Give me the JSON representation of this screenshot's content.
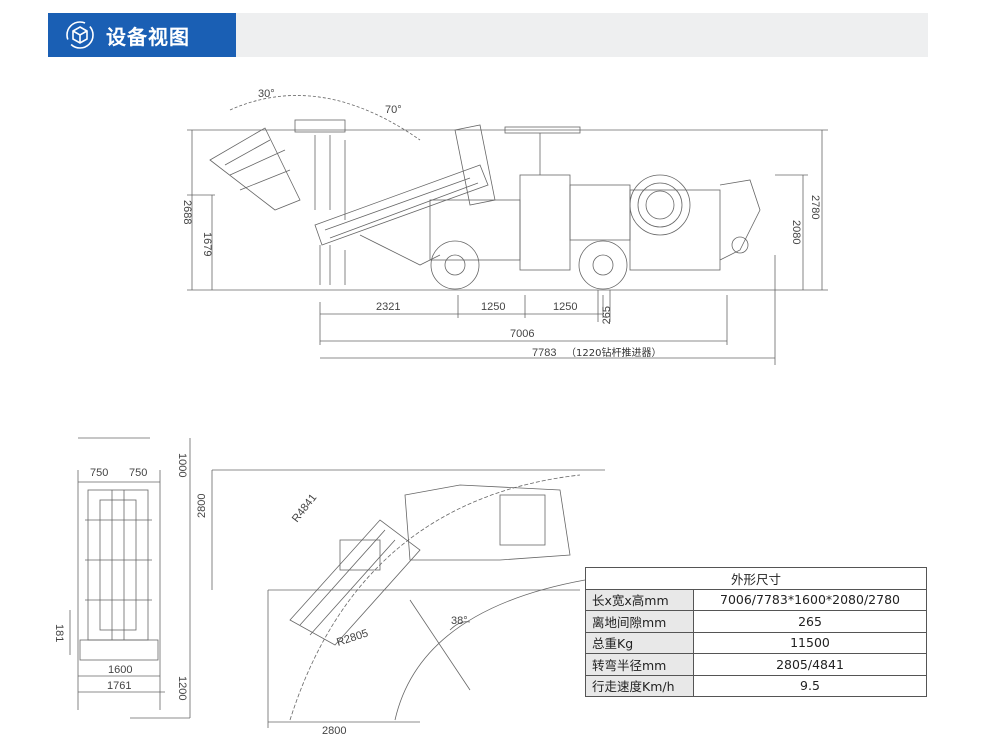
{
  "header": {
    "title": "设备视图",
    "icon": "cube-3d-icon",
    "accent_color": "#1a5fb4",
    "bar_color": "#eeeff0"
  },
  "side_view": {
    "angle_upper": "30°",
    "angle_lower": "70°",
    "height_left_outer": "2688",
    "height_left_inner": "1679",
    "height_right_outer": "2780",
    "height_right_inner": "2080",
    "dim_front": "2321",
    "dim_axle1": "1250",
    "dim_axle2": "1250",
    "ground_clearance": "265",
    "length_total": "7006",
    "length_extended": "7783",
    "length_note": "（1220钻杆推进器）"
  },
  "front_view": {
    "half_width_left": "750",
    "half_width_right": "750",
    "top_height": "1000",
    "side_181": "181",
    "bottom_height": "1200",
    "track_width": "1600",
    "overall_width": "1761"
  },
  "turn_view": {
    "outer_radius": "R4841",
    "inner_radius": "R2805",
    "angle": "38°",
    "height_2800": "2800",
    "width_2800": "2800"
  },
  "spec_table": {
    "title": "外形尺寸",
    "rows": [
      {
        "label": "长x宽x高mm",
        "value": "7006/7783*1600*2080/2780"
      },
      {
        "label": "离地间隙mm",
        "value": "265"
      },
      {
        "label": "总重Kg",
        "value": "11500"
      },
      {
        "label": "转弯半径mm",
        "value": "2805/4841"
      },
      {
        "label": "行走速度Km/h",
        "value": "9.5"
      }
    ]
  }
}
